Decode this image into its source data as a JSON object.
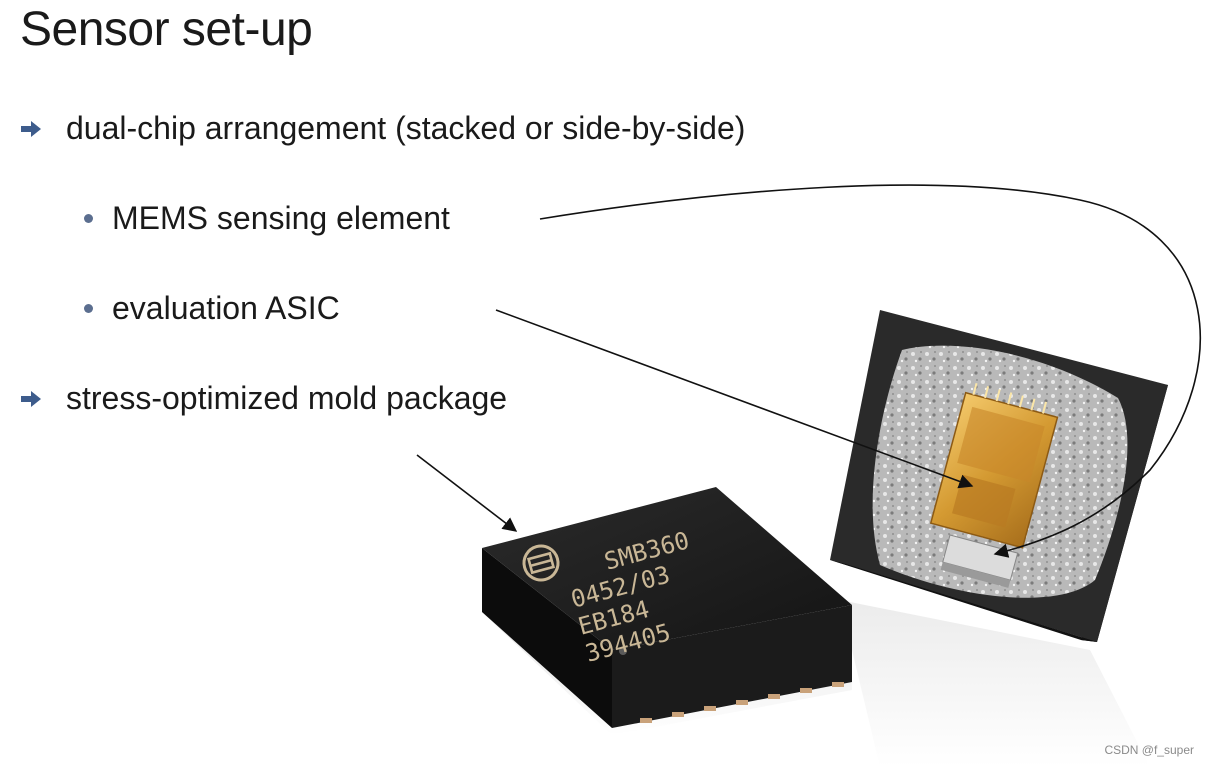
{
  "slide": {
    "title": "Sensor set-up",
    "bullets": [
      {
        "level": 1,
        "marker": "arrow-icon",
        "text": "dual-chip arrangement (stacked or side-by-side)"
      },
      {
        "level": 2,
        "marker": "dot-icon",
        "text": "MEMS sensing element"
      },
      {
        "level": 2,
        "marker": "dot-icon",
        "text": "evaluation ASIC"
      },
      {
        "level": 1,
        "marker": "arrow-icon",
        "text": "stress-optimized mold package"
      }
    ]
  },
  "chip": {
    "marking_lines": [
      "SMB360",
      "0452/03",
      "EB184",
      "394405"
    ],
    "logo": "bosch-logo-icon"
  },
  "colors": {
    "arrow": "#3d5c8c",
    "bullet": "#5b6e8f",
    "mold": "#202020",
    "die": "#d9a43c"
  },
  "watermark": "CSDN @f_super"
}
